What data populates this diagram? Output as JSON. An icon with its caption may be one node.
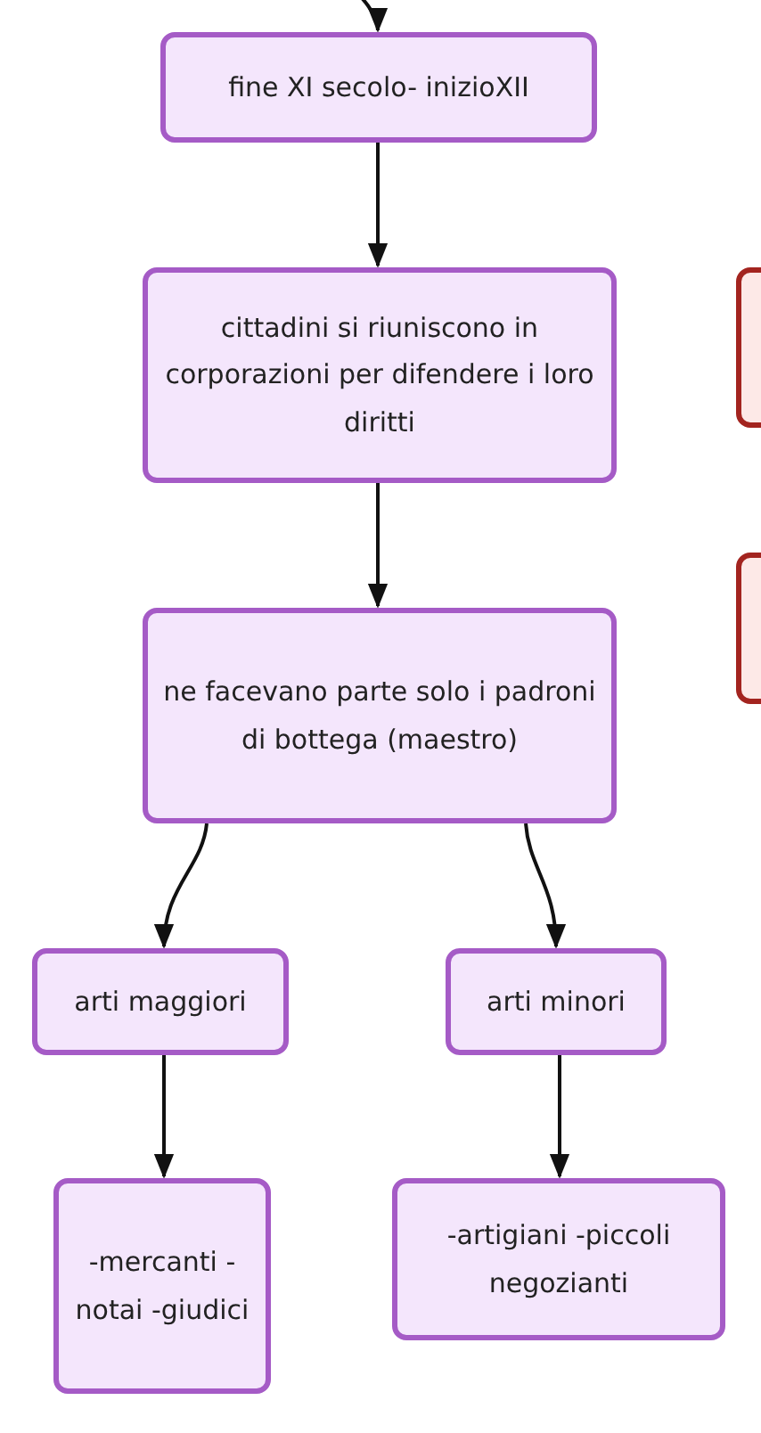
{
  "diagram": {
    "nodes": [
      {
        "text": [
          "fine XI secolo- inizioXII"
        ]
      },
      {
        "text": [
          "cittadini si riuniscono in corporazioni per difendere i loro diritti"
        ]
      },
      {
        "text": [
          "ne facevano parte solo i padroni di bottega (maestro)"
        ]
      },
      {
        "text": [
          "arti maggiori"
        ]
      },
      {
        "text": [
          "arti minori"
        ]
      },
      {
        "text": [
          "-mercanti -notai -giudici"
        ]
      },
      {
        "text": [
          "-artigiani -piccoli negozianti"
        ]
      },
      {
        "text": [],
        "shape": "box"
      },
      {
        "text": [],
        "shape": "box"
      }
    ],
    "edges": [
      {
        "from": null,
        "to": 0,
        "arrow": "to"
      },
      {
        "from": 0,
        "to": 1,
        "arrow": "to"
      },
      {
        "from": 1,
        "to": 2,
        "arrow": "to"
      },
      {
        "from": 2,
        "to": 3,
        "arrow": "to"
      },
      {
        "from": 2,
        "to": 4,
        "arrow": "to"
      },
      {
        "from": 3,
        "to": 5,
        "arrow": "to"
      },
      {
        "from": 4,
        "to": 6,
        "arrow": "to"
      }
    ]
  }
}
